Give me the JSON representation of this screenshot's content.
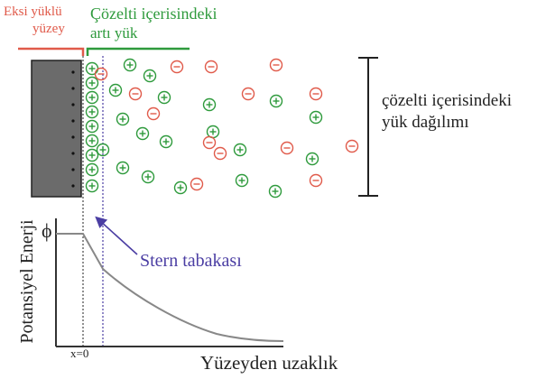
{
  "labels": {
    "negative_surface": [
      "Eksi yüklü",
      "yüzey"
    ],
    "positive_charge_in_solution": [
      "Çözelti içerisindeki",
      "artı yük"
    ],
    "charge_distribution": [
      "çözelti içerisindeki",
      "yük dağılımı"
    ],
    "stern_layer": "Stern tabakası",
    "y_axis": "Potansiyel Enerji",
    "phi": "ϕ",
    "origin": "x=0",
    "x_axis": "Yüzeyden uzaklık"
  },
  "colors": {
    "negative": "#e05a4a",
    "positive": "#2e9a3c",
    "stern": "#4b3ea3",
    "surface_fill": "#6b6b6b",
    "curve": "#888888"
  },
  "icons": {
    "positive_ion": "plus-circle-icon",
    "negative_ion": "minus-circle-icon",
    "surface_charge": "dot-icon"
  }
}
